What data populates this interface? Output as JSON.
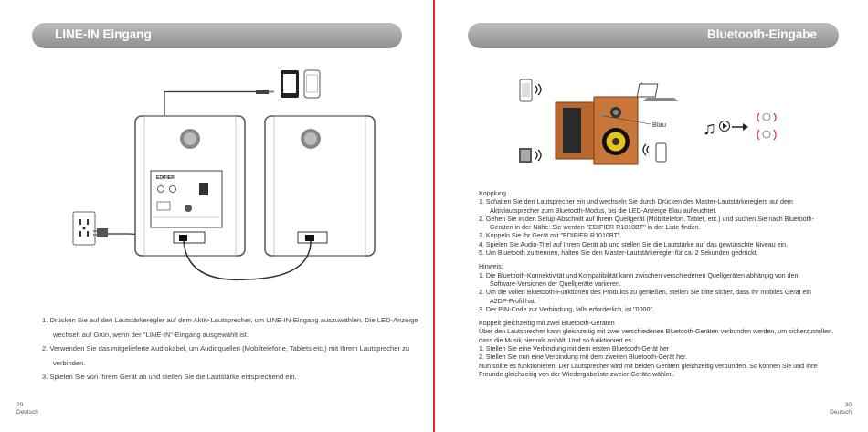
{
  "left": {
    "header": "LINE-IN Eingang",
    "steps": [
      {
        "line1": "1. Drücken Sie auf den Lautstärkeregler auf dem Aktiv-Lautsprecher, um LINE-IN-Eingang auszuwählen. Die LED-Anzeige",
        "line2": "wechselt auf Grün, wenn der \"LINE-IN\"-Eingang ausgewählt ist."
      },
      {
        "line1": "2. Verwenden Sie das mitgelieferte Audiokabel, um Audioquellen (Mobiltelefone, Tablets etc.) mit Ihrem Lautsprecher zu",
        "line2": "verbinden."
      },
      {
        "line1": "3. Spielen Sie von Ihrem Gerät ab und stellen Sie die Lautstärke entsprechend ein.",
        "line2": ""
      }
    ],
    "page_number": "29",
    "language": "Deutsch",
    "panel_logo": "EDIFIER"
  },
  "right": {
    "header": "Bluetooth-Eingabe",
    "led_label": "Blau",
    "page_number": "30",
    "language": "Deutsch",
    "pairing": {
      "title": "Kopplung",
      "lines": [
        "1. Schalten Sie den Lautsprecher ein und wechseln Sie durch Drücken des Master-Lautstärkereglers auf dem",
        "Aktivlautsprecher zum Bluetooth-Modus, bis die LED-Anzeige Blau aufleuchtet.",
        "2. Gehen Sie in den Setup-Abschnitt auf Ihrem Quellgerät (Mobiltelefon, Tablet, etc.) und suchen Sie nach Bluetooth-",
        "Geräten in der Nähe. Sie werden \"EDIFIER R1010BT\" in der Liste finden.",
        "3. Koppeln Sie Ihr Gerät mit \"EDIFIER R1010BT\".",
        "4. Spielen Sie Audio-Titel auf Ihrem Gerät ab und stellen Sie die Lautstärke auf das gewünschte Niveau ein.",
        "5. Um Bluetooth zu trennen, halten Sie den Master-Lautstärkeregler für ca. 2 Sekunden gedrückt."
      ]
    },
    "notes": {
      "title": "Hinweis:",
      "lines": [
        "1. Die Bluetooth-Konnektivität und Kompatibilität kann zwischen verschiedenen Quellgeräten abhängig von den",
        "Software-Versionen der Quellgeräte variieren.",
        "2. Um die vollen Bluetooth-Funktionen des Produkts zu genießen, stellen Sie bitte sicher, dass Ihr mobiles Gerät ein",
        "A2DP-Profil hat.",
        "3. Der PIN-Code zur Verbindung, falls erforderlich, ist \"0000\"."
      ]
    },
    "dual": {
      "title": "Koppelt gleichzeitig mit zwei Bluetooth-Geräten",
      "lines": [
        "Über den Lautsprecher kann gleichzeitig mit zwei verschiedenen Bluetooth-Geräten verbunden werden, um sicherzustellen,",
        "dass die Musik niemals anhält. Und so funktioniert es:",
        "1. Stellen Sie eine Verbindung mit dem ersten Bluetooth-Gerät her",
        "2. Stellen Sie nun eine Verbindung mit dem zweiten Bluetooth-Gerät her.",
        "Nun sollte es funktionieren. Der Lautsprecher wird mit beiden Geräten gleichzeitig verbunden. So können Sie und Ihre",
        "Freunde gleichzeitig von der Wiedergabeliste zweier Geräte wählen."
      ]
    }
  },
  "colors": {
    "accent_red": "#e3262b",
    "header_gray": "#a0a0a0",
    "wood": "#b8672f",
    "woofer_yellow": "#e8c21e"
  }
}
